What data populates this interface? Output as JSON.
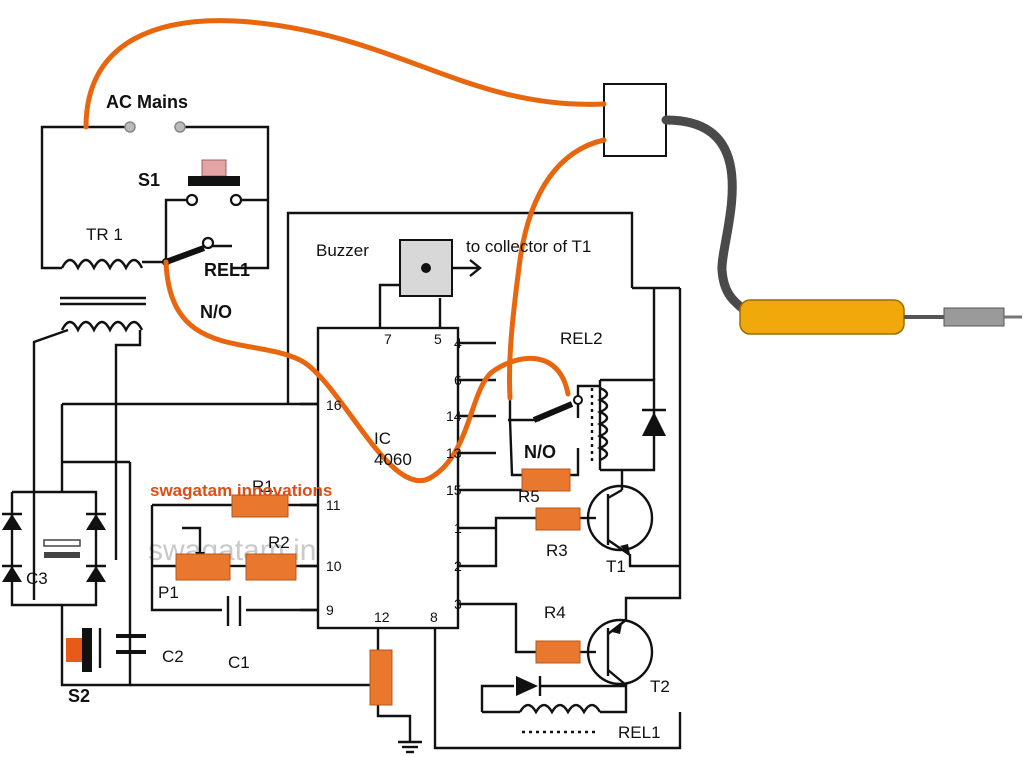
{
  "title": "",
  "colors": {
    "wire": "#111111",
    "orange_cable": "#e8660d",
    "resistor": "#e9782e",
    "resistor_edge": "#b85418",
    "probe_body": "#f0a80a",
    "probe_cable": "#4a4a4a",
    "button": "#e2a4a4",
    "watermark_red": "#e04c14",
    "watermark_gray": "#c9c9c9"
  },
  "labels": {
    "ac_mains": "AC Mains",
    "s1": "S1",
    "tr1": "TR 1",
    "rel1_top": "REL1",
    "no_top": "N/O",
    "buzzer": "Buzzer",
    "to_collector": "to collector of T1",
    "rel2": "REL2",
    "ic_line1": "IC",
    "ic_line2": "4060",
    "no_mid": "N/O",
    "r1": "R1",
    "r2": "R2",
    "p1": "P1",
    "c1": "C1",
    "c2": "C2",
    "c3": "C3",
    "s2": "S2",
    "r3": "R3",
    "r4": "R4",
    "r5": "R5",
    "t1": "T1",
    "t2": "T2",
    "rel1_bottom": "REL1"
  },
  "ic_pins": {
    "p7": "7",
    "p5": "5",
    "p4": "4",
    "p6": "6",
    "p14": "14",
    "p13": "13",
    "p15": "15",
    "p1": "1",
    "p2": "2",
    "p3": "3",
    "p16": "16",
    "p11": "11",
    "p10": "10",
    "p9": "9",
    "p12": "12",
    "p8": "8"
  },
  "watermark": {
    "red": "swagatam innovations",
    "gray": "swagatam innovations"
  }
}
